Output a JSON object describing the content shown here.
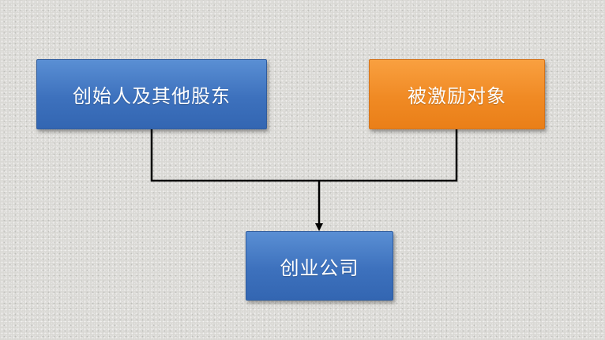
{
  "nodes": {
    "founders": "创始人及其他股东",
    "incentive_recipients": "被激励对象",
    "startup_company": "创业公司"
  },
  "colors": {
    "blue_box": "#3d71bd",
    "orange_box": "#f08a24",
    "connector": "#000000"
  }
}
